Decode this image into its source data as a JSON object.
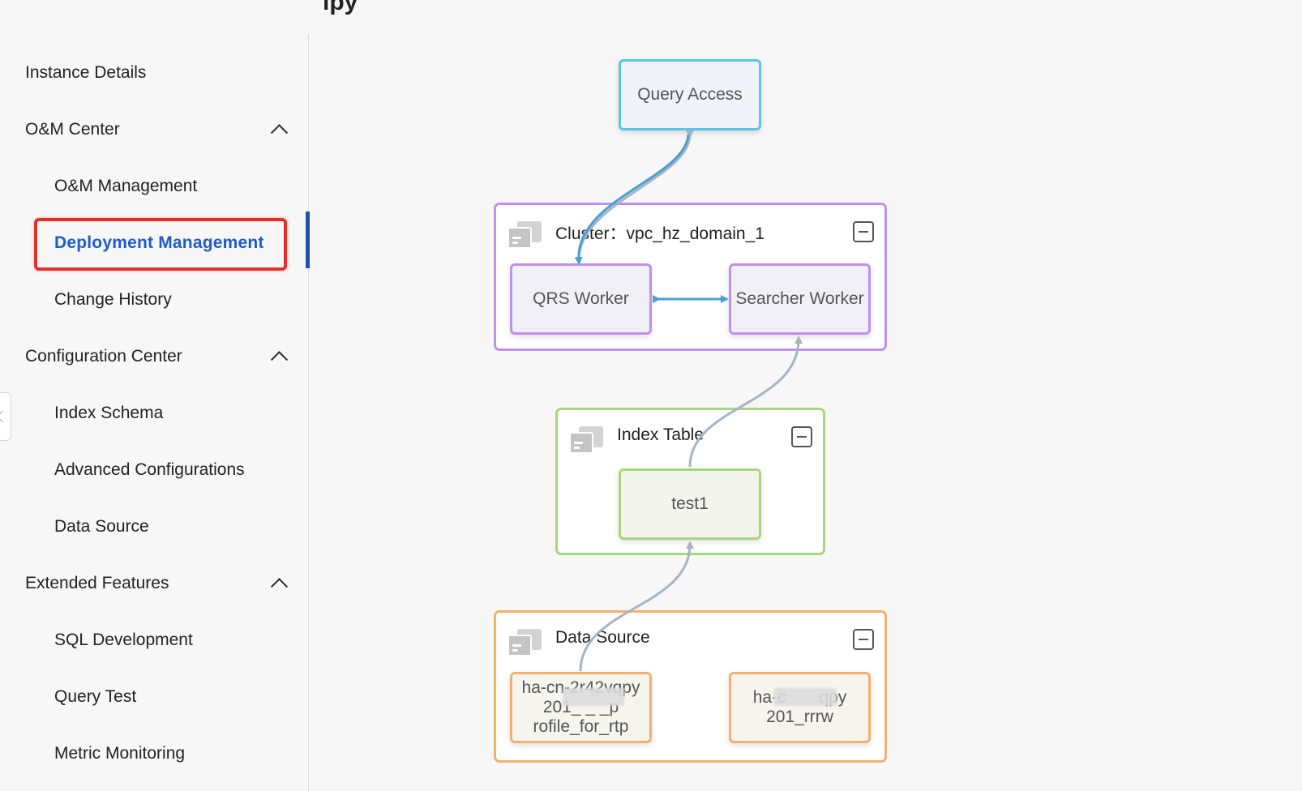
{
  "header": {
    "title_fragment": "ıpy"
  },
  "sidebar": {
    "items": [
      {
        "label": "Instance Details",
        "level": 1
      },
      {
        "label": "O&M Center",
        "level": 1,
        "expanded": true
      },
      {
        "label": "O&M Management",
        "level": 2
      },
      {
        "label": "Deployment Management",
        "level": 2,
        "active": true
      },
      {
        "label": "Change History",
        "level": 2
      },
      {
        "label": "Configuration Center",
        "level": 1,
        "expanded": true
      },
      {
        "label": "Index Schema",
        "level": 2
      },
      {
        "label": "Advanced Configurations",
        "level": 2
      },
      {
        "label": "Data Source",
        "level": 2
      },
      {
        "label": "Extended Features",
        "level": 1,
        "expanded": true
      },
      {
        "label": "SQL Development",
        "level": 2
      },
      {
        "label": "Query Test",
        "level": 2
      },
      {
        "label": "Metric Monitoring",
        "level": 2
      }
    ]
  },
  "diagram": {
    "nodes": {
      "query_access": "Query Access",
      "qrs_worker": "QRS Worker",
      "searcher_worker": "Searcher Worker",
      "test1": "test1",
      "source1": "ha-cn-2r42vqpy\n201_ _ _p\nrofile_for_rtp",
      "source2": "ha-c       qpy\n201_rrrw"
    },
    "groups": {
      "cluster": "Cluster：vpc_hz_domain_1",
      "index_table": "Index Table",
      "data_source": "Data Source"
    }
  },
  "colors": {
    "active_text": "#1f5bc8",
    "highlight_border": "#e0322b",
    "cluster_border": "#c08ff0",
    "index_border": "#a6d77c",
    "source_border": "#f2b06b",
    "query_border": "#5ac4ea",
    "edge_blue": "#4a9fd1",
    "edge_gray": "#a7b4c4"
  }
}
